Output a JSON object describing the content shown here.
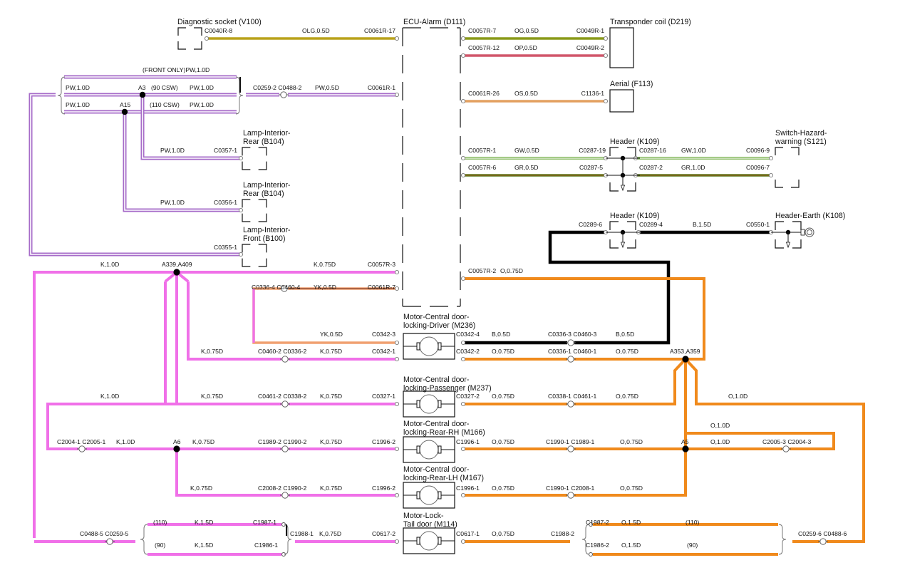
{
  "title": "Central door locking / Alarm wiring diagram",
  "colors": {
    "OLG": "#b9a21a",
    "OG": "#8a9a18",
    "OP": "#d1566a",
    "OS": "#e3a060",
    "PW": "#a66bc8",
    "GW": "#6aa83a",
    "GR": "#5c7a1c",
    "B": "#000000",
    "K": "#f070e8",
    "O": "#f08a1c",
    "YK": "#f0a070"
  },
  "components": [
    {
      "id": "V100",
      "name": "Diagnostic socket (V100)"
    },
    {
      "id": "D111",
      "name": "ECU-Alarm (D111)"
    },
    {
      "id": "D219",
      "name": "Transponder coil (D219)"
    },
    {
      "id": "F113",
      "name": "Aerial (F113)"
    },
    {
      "id": "B104a",
      "name": [
        "Lamp-Interior-",
        "Rear (B104)"
      ]
    },
    {
      "id": "B104b",
      "name": [
        "Lamp-Interior-",
        "Rear (B104)"
      ]
    },
    {
      "id": "B100",
      "name": [
        "Lamp-Interior-",
        "Front (B100)"
      ]
    },
    {
      "id": "K109a",
      "name": "Header (K109)"
    },
    {
      "id": "S121",
      "name": [
        "Switch-Hazard-",
        "warning (S121)"
      ]
    },
    {
      "id": "K109b",
      "name": "Header (K109)"
    },
    {
      "id": "K108",
      "name": "Header-Earth (K108)"
    },
    {
      "id": "M236",
      "name": [
        "Motor-Central door-",
        "locking-Driver (M236)"
      ]
    },
    {
      "id": "M237",
      "name": [
        "Motor-Central door-",
        "locking-Passenger (M237)"
      ]
    },
    {
      "id": "M166",
      "name": [
        "Motor-Central door-",
        "locking-Rear-RH (M166)"
      ]
    },
    {
      "id": "M167",
      "name": [
        "Motor-Central door-",
        "locking-Rear-LH (M167)"
      ]
    },
    {
      "id": "M114",
      "name": [
        "Motor-Lock-",
        "Tail door (M114)"
      ]
    }
  ],
  "labels": [
    {
      "id": "l1",
      "text": "C0040R-8"
    },
    {
      "id": "l2",
      "text": "OLG,0.5D"
    },
    {
      "id": "l3",
      "text": "C0061R-17"
    },
    {
      "id": "l4",
      "text": "C0057R-7"
    },
    {
      "id": "l5",
      "text": "OG,0.5D"
    },
    {
      "id": "l6",
      "text": "C0049R-1"
    },
    {
      "id": "l7",
      "text": "C0057R-12"
    },
    {
      "id": "l8",
      "text": "OP,0.5D"
    },
    {
      "id": "l9",
      "text": "C0049R-2"
    },
    {
      "id": "l10",
      "text": "(FRONT ONLY)PW,1.0D"
    },
    {
      "id": "l11",
      "text": "PW,1.0D"
    },
    {
      "id": "l12",
      "text": "A3"
    },
    {
      "id": "l13",
      "text": "(90 CSW)"
    },
    {
      "id": "l14",
      "text": "PW,1.0D"
    },
    {
      "id": "l15",
      "text": "PW,1.0D"
    },
    {
      "id": "l16",
      "text": "A15"
    },
    {
      "id": "l17",
      "text": "(110 CSW)"
    },
    {
      "id": "l18",
      "text": "PW,1.0D"
    },
    {
      "id": "l19",
      "text": "C0259-2 C0488-2"
    },
    {
      "id": "l20",
      "text": "PW,0.5D"
    },
    {
      "id": "l21",
      "text": "C0061R-1"
    },
    {
      "id": "l22",
      "text": "C0061R-26"
    },
    {
      "id": "l23",
      "text": "OS,0.5D"
    },
    {
      "id": "l24",
      "text": "C1136-1"
    },
    {
      "id": "l25",
      "text": "PW,1.0D"
    },
    {
      "id": "l26",
      "text": "C0357-1"
    },
    {
      "id": "l27",
      "text": "PW,1.0D"
    },
    {
      "id": "l28",
      "text": "C0356-1"
    },
    {
      "id": "l29",
      "text": "C0355-1"
    },
    {
      "id": "l30",
      "text": "C0057R-1"
    },
    {
      "id": "l31",
      "text": "GW,0.5D"
    },
    {
      "id": "l32",
      "text": "C0287-19"
    },
    {
      "id": "l33",
      "text": "C0287-16"
    },
    {
      "id": "l34",
      "text": "GW,1.0D"
    },
    {
      "id": "l35",
      "text": "C0096-9"
    },
    {
      "id": "l36",
      "text": "C0057R-6"
    },
    {
      "id": "l37",
      "text": "GR,0.5D"
    },
    {
      "id": "l38",
      "text": "C0287-5"
    },
    {
      "id": "l39",
      "text": "C0287-2"
    },
    {
      "id": "l40",
      "text": "GR,1.0D"
    },
    {
      "id": "l41",
      "text": "C0096-7"
    },
    {
      "id": "l42",
      "text": "C0289-6"
    },
    {
      "id": "l43",
      "text": "C0289-4"
    },
    {
      "id": "l44",
      "text": "B,1.5D"
    },
    {
      "id": "l45",
      "text": "C0550-1"
    },
    {
      "id": "l46",
      "text": "K,1.0D"
    },
    {
      "id": "l47",
      "text": "A339,A409"
    },
    {
      "id": "l48",
      "text": "K,0.75D"
    },
    {
      "id": "l49",
      "text": "C0057R-3"
    },
    {
      "id": "l50",
      "text": "C0057R-2"
    },
    {
      "id": "l51",
      "text": "O,0.75D"
    },
    {
      "id": "l52",
      "text": "C0336-4 C0460-4"
    },
    {
      "id": "l53",
      "text": "YK,0.5D"
    },
    {
      "id": "l54",
      "text": "C0061R-7"
    },
    {
      "id": "l55",
      "text": "YK,0.5D"
    },
    {
      "id": "l56",
      "text": "C0342-3"
    },
    {
      "id": "l57",
      "text": "C0342-4"
    },
    {
      "id": "l58",
      "text": "B,0.5D"
    },
    {
      "id": "l59",
      "text": "C0336-3 C0460-3"
    },
    {
      "id": "l60",
      "text": "B,0.5D"
    },
    {
      "id": "l61",
      "text": "K,0.75D"
    },
    {
      "id": "l62",
      "text": "C0460-2 C0336-2"
    },
    {
      "id": "l63",
      "text": "K,0.75D"
    },
    {
      "id": "l64",
      "text": "C0342-1"
    },
    {
      "id": "l65",
      "text": "C0342-2"
    },
    {
      "id": "l66",
      "text": "O,0.75D"
    },
    {
      "id": "l67",
      "text": "C0336-1 C0460-1"
    },
    {
      "id": "l68",
      "text": "O,0.75D"
    },
    {
      "id": "l69",
      "text": "A353,A359"
    },
    {
      "id": "l70",
      "text": "K,1.0D"
    },
    {
      "id": "l71",
      "text": "K,0.75D"
    },
    {
      "id": "l72",
      "text": "C0461-2 C0338-2"
    },
    {
      "id": "l73",
      "text": "K,0.75D"
    },
    {
      "id": "l74",
      "text": "C0327-1"
    },
    {
      "id": "l75",
      "text": "C0327-2"
    },
    {
      "id": "l76",
      "text": "O,0.75D"
    },
    {
      "id": "l77",
      "text": "C0338-1 C0461-1"
    },
    {
      "id": "l78",
      "text": "O,0.75D"
    },
    {
      "id": "l79",
      "text": "O,1.0D"
    },
    {
      "id": "l80",
      "text": "O,1.0D"
    },
    {
      "id": "l81",
      "text": "C2004-1 C2005-1"
    },
    {
      "id": "l82",
      "text": "K,1.0D"
    },
    {
      "id": "l83",
      "text": "A6"
    },
    {
      "id": "l84",
      "text": "K,0.75D"
    },
    {
      "id": "l85",
      "text": "C1989-2 C1990-2"
    },
    {
      "id": "l86",
      "text": "K,0.75D"
    },
    {
      "id": "l87",
      "text": "C1996-2"
    },
    {
      "id": "l88",
      "text": "C1996-1"
    },
    {
      "id": "l89",
      "text": "O,0.75D"
    },
    {
      "id": "l90",
      "text": "C1990-1 C1989-1"
    },
    {
      "id": "l91",
      "text": "O,0.75D"
    },
    {
      "id": "l92",
      "text": "A5"
    },
    {
      "id": "l93",
      "text": "O,1.0D"
    },
    {
      "id": "l94",
      "text": "C2005-3 C2004-3"
    },
    {
      "id": "l95",
      "text": "K,0.75D"
    },
    {
      "id": "l96",
      "text": "C2008-2 C1990-2"
    },
    {
      "id": "l97",
      "text": "K,0.75D"
    },
    {
      "id": "l98",
      "text": "C1996-2"
    },
    {
      "id": "l99",
      "text": "C1996-1"
    },
    {
      "id": "l100",
      "text": "O,0.75D"
    },
    {
      "id": "l101",
      "text": "C1990-1 C2008-1"
    },
    {
      "id": "l102",
      "text": "O,0.75D"
    },
    {
      "id": "l103",
      "text": "C0488-5 C0259-5"
    },
    {
      "id": "l104",
      "text": "(110)"
    },
    {
      "id": "l105",
      "text": "K,1.5D"
    },
    {
      "id": "l106",
      "text": "C1987-1"
    },
    {
      "id": "l107",
      "text": "(90)"
    },
    {
      "id": "l108",
      "text": "K,1.5D"
    },
    {
      "id": "l109",
      "text": "C1986-1"
    },
    {
      "id": "l110",
      "text": "C1988-1"
    },
    {
      "id": "l111",
      "text": "K,0.75D"
    },
    {
      "id": "l112",
      "text": "C0617-2"
    },
    {
      "id": "l113",
      "text": "C0617-1"
    },
    {
      "id": "l114",
      "text": "O,0.75D"
    },
    {
      "id": "l115",
      "text": "C1988-2"
    },
    {
      "id": "l116",
      "text": "C1987-2"
    },
    {
      "id": "l117",
      "text": "O,1.5D"
    },
    {
      "id": "l118",
      "text": "(110)"
    },
    {
      "id": "l119",
      "text": "C1986-2"
    },
    {
      "id": "l120",
      "text": "O,1.5D"
    },
    {
      "id": "l121",
      "text": "(90)"
    },
    {
      "id": "l122",
      "text": "C0259-6 C0488-6"
    }
  ],
  "splices": [
    "A3",
    "A15",
    "A339,A409",
    "A353,A359",
    "A6",
    "A5"
  ]
}
